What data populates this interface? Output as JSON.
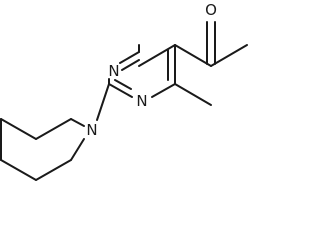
{
  "molecule": {
    "atoms": {
      "ketone_oxygen": "O",
      "ring_nitrogen_upper": "N",
      "ring_nitrogen_lower": "N",
      "piperidine_nitrogen": "N"
    }
  },
  "colors": {
    "bond": "#1a1a1a",
    "background": "#ffffff"
  }
}
